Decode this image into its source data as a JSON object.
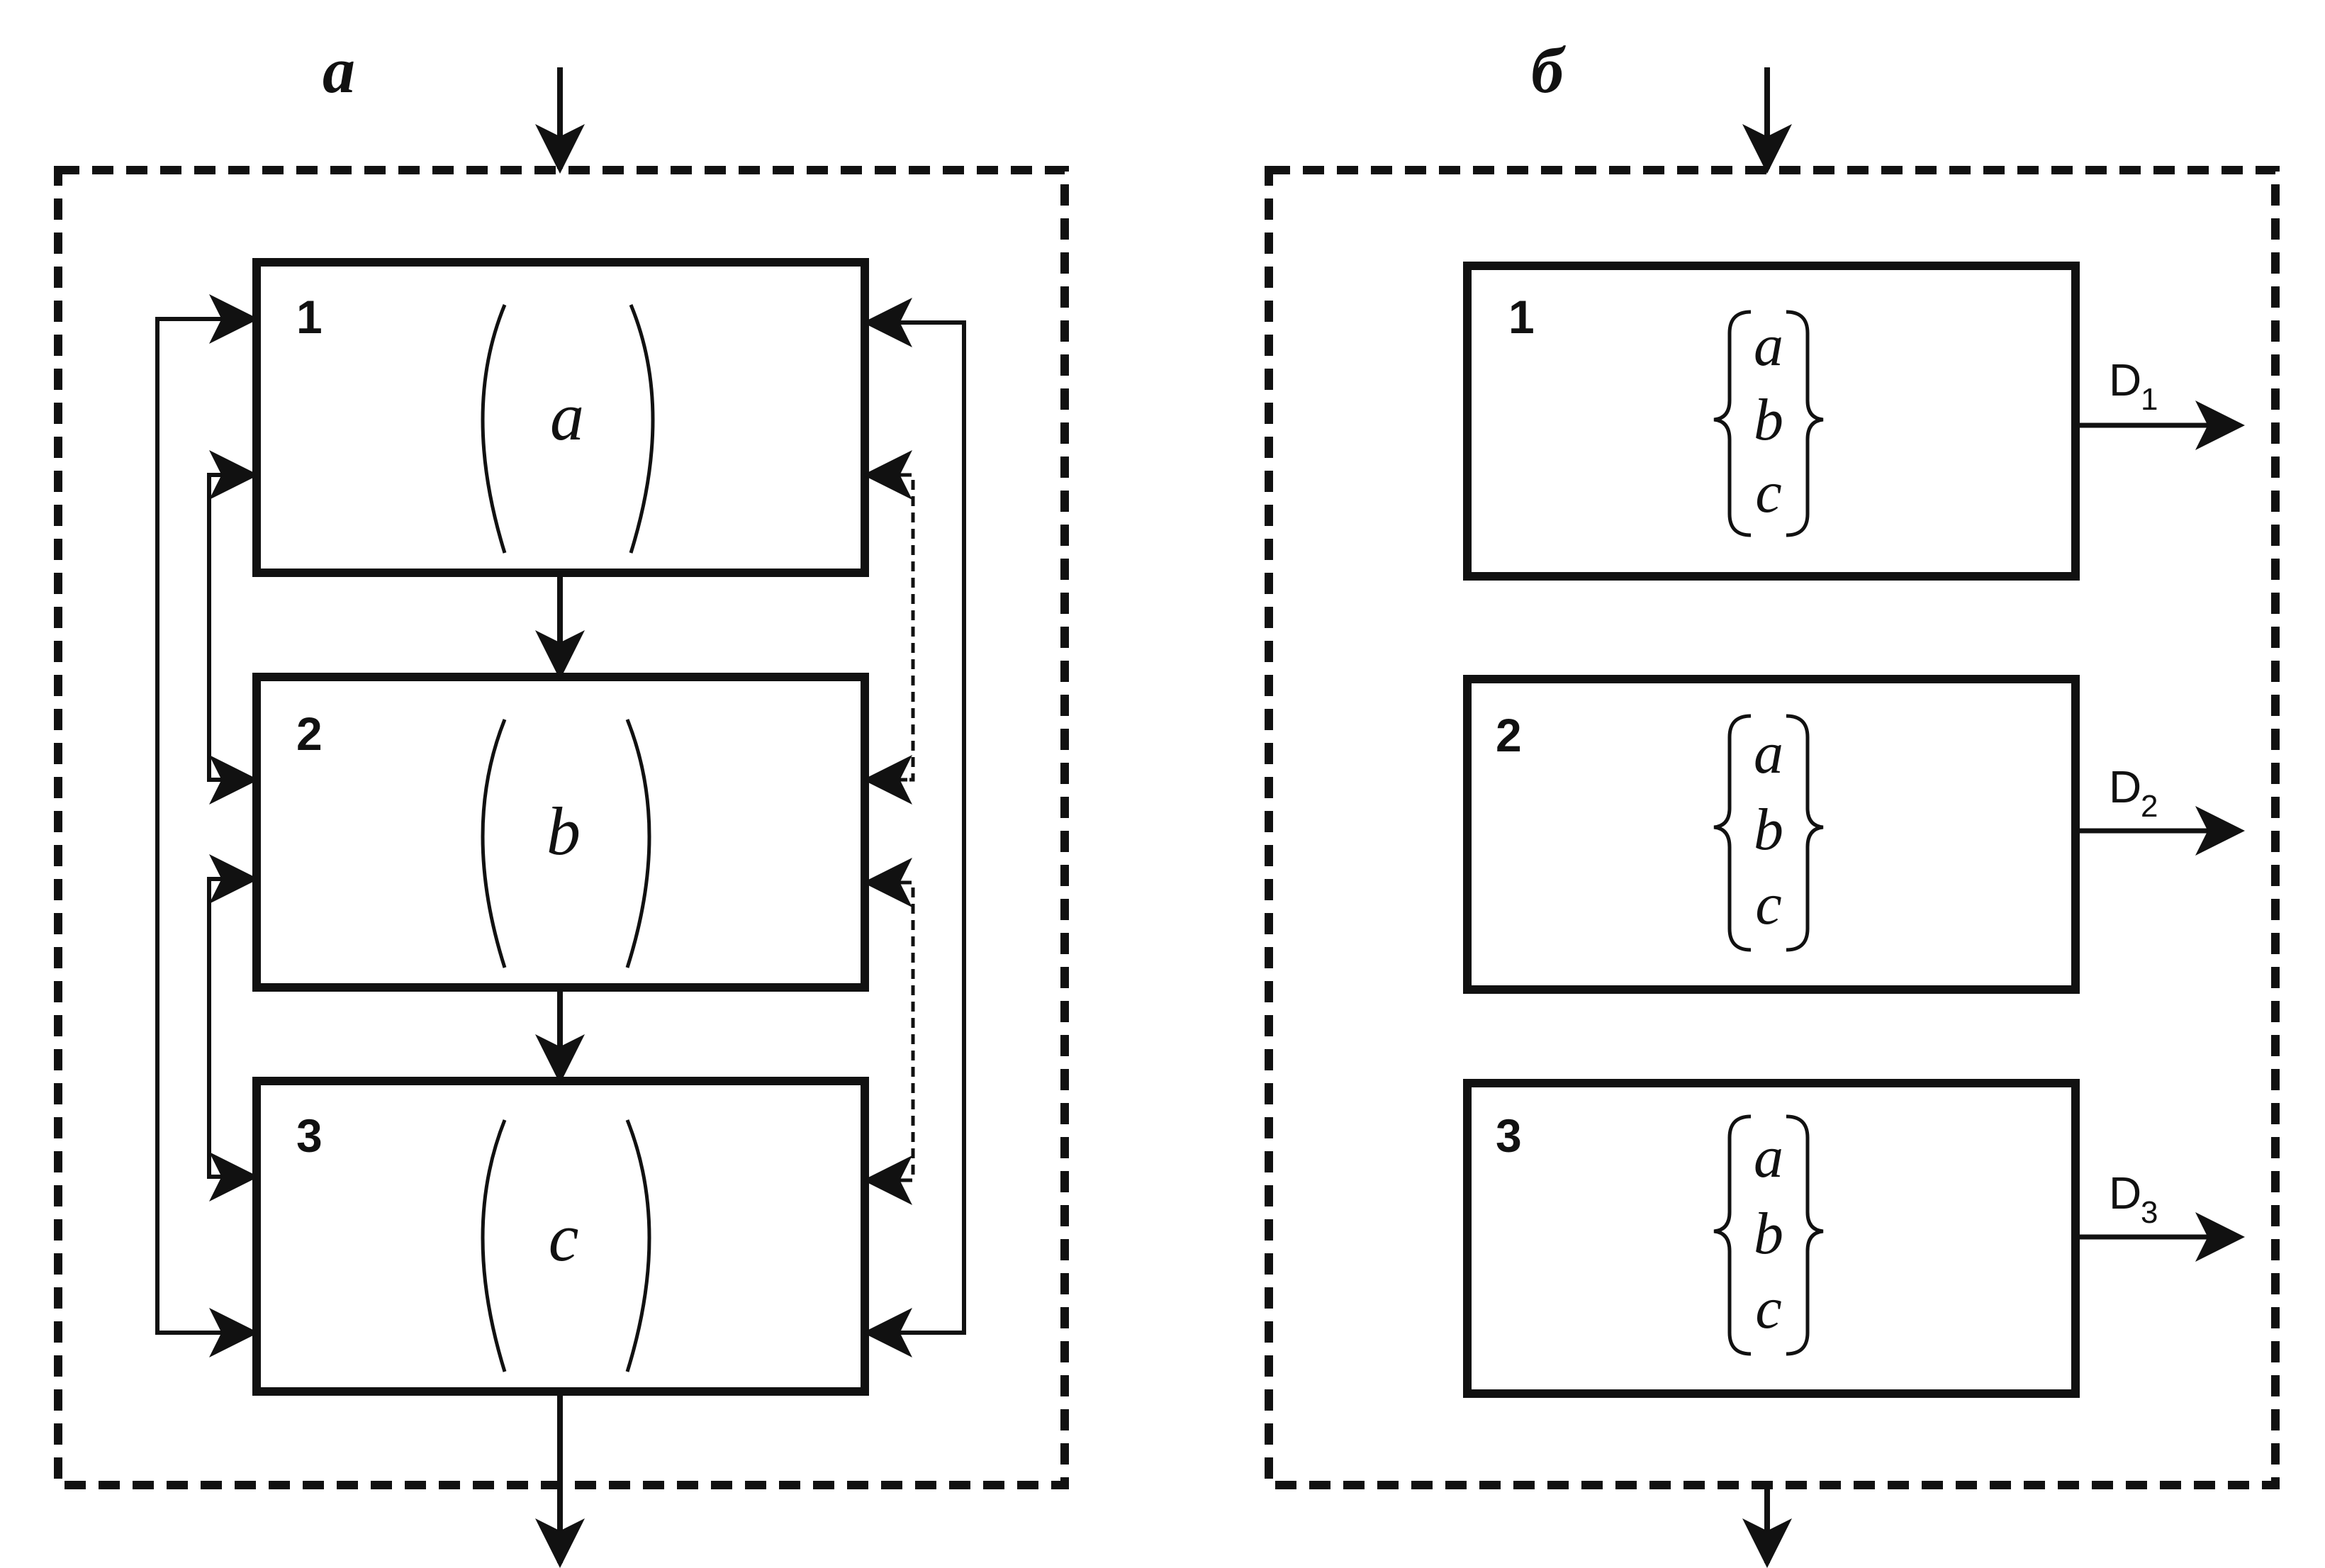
{
  "panels": [
    {
      "label": "a",
      "boxes": [
        {
          "number": "1",
          "content": "a"
        },
        {
          "number": "2",
          "content": "b"
        },
        {
          "number": "3",
          "content": "c"
        }
      ]
    },
    {
      "label": "б",
      "boxes": [
        {
          "number": "1",
          "items": [
            "a",
            "b",
            "c"
          ],
          "output": "D",
          "output_sub": "1"
        },
        {
          "number": "2",
          "items": [
            "a",
            "b",
            "c"
          ],
          "output": "D",
          "output_sub": "2"
        },
        {
          "number": "3",
          "items": [
            "a",
            "b",
            "c"
          ],
          "output": "D",
          "output_sub": "3"
        }
      ]
    }
  ]
}
